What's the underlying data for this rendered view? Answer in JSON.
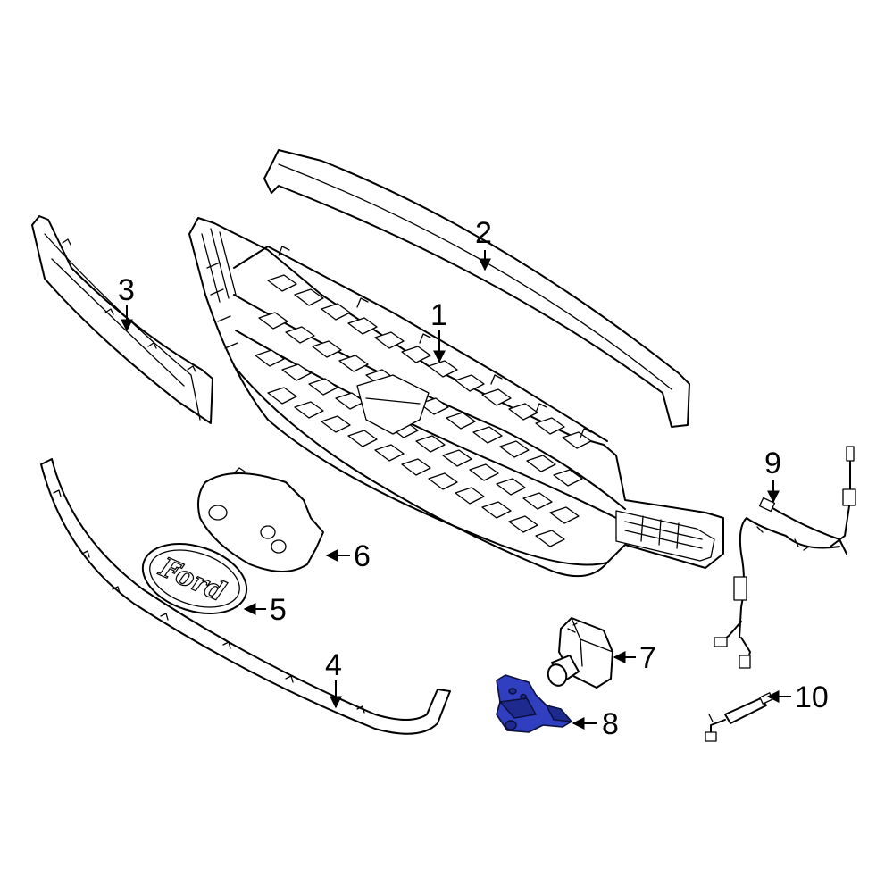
{
  "diagram": {
    "highlight_color": "#2f3fbf",
    "logo_text": "Ford",
    "callouts": {
      "c1": "1",
      "c2": "2",
      "c3": "3",
      "c4": "4",
      "c5": "5",
      "c6": "6",
      "c7": "7",
      "c8": "8",
      "c9": "9",
      "c10": "10"
    }
  }
}
